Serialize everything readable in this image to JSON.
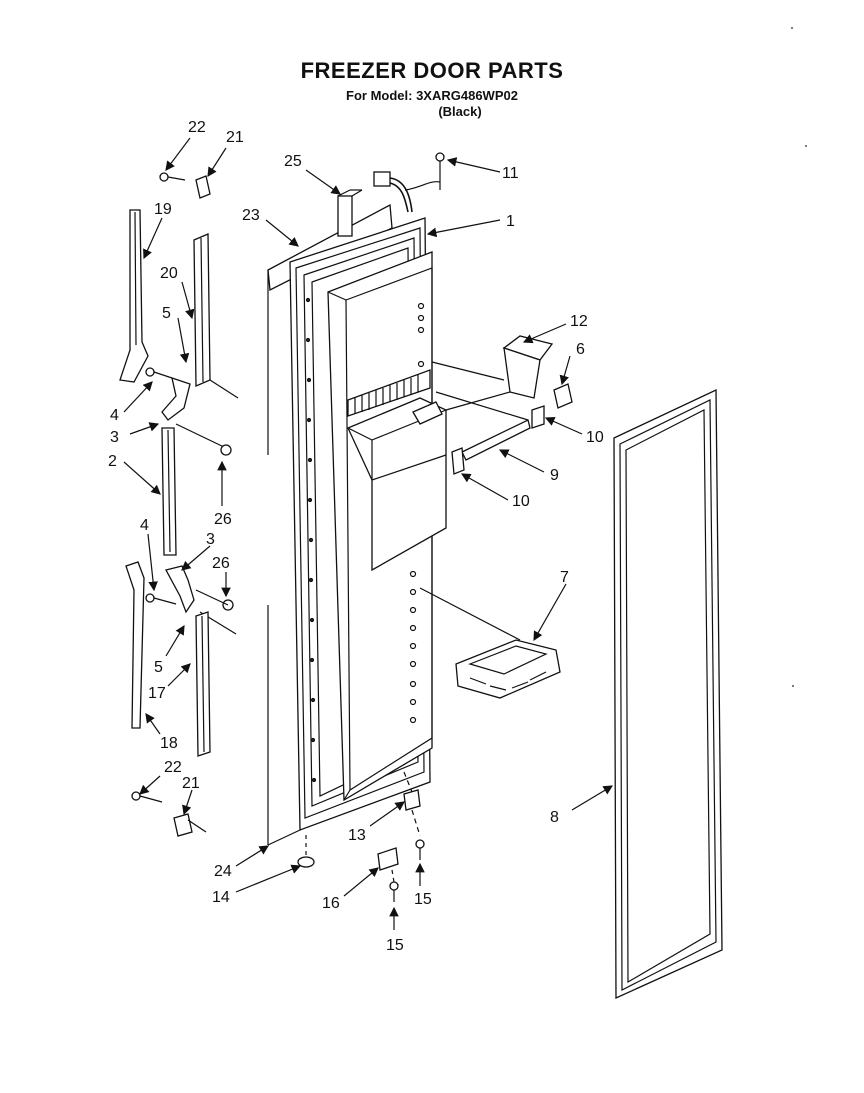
{
  "header": {
    "title": "FREEZER DOOR PARTS",
    "model": "For Model: 3XARG486WP02",
    "color": "(Black)"
  },
  "callouts": [
    "22",
    "21",
    "25",
    "11",
    "19",
    "23",
    "1",
    "20",
    "5",
    "12",
    "6",
    "4",
    "3",
    "10",
    "2",
    "9",
    "10",
    "26",
    "4",
    "3",
    "26",
    "7",
    "5",
    "17",
    "18",
    "22",
    "21",
    "8",
    "13",
    "24",
    "14",
    "16",
    "15",
    "15"
  ]
}
